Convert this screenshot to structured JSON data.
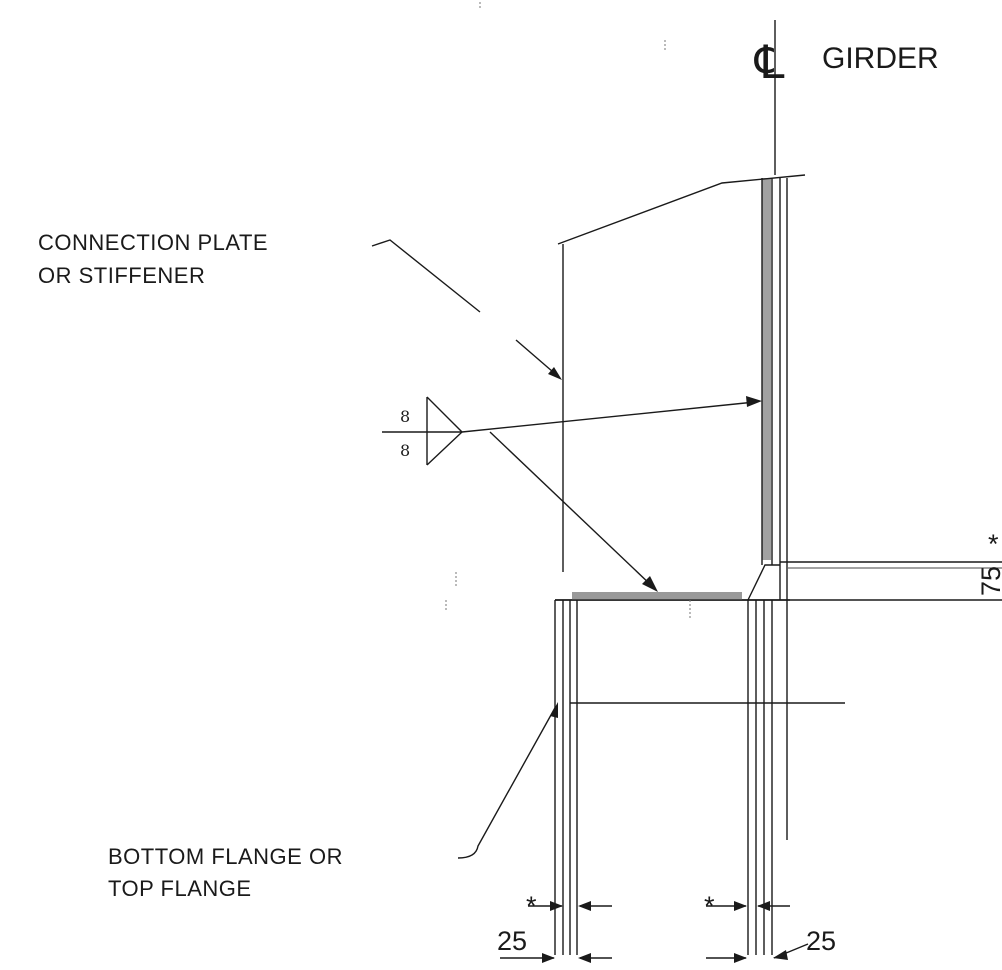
{
  "diagram": {
    "centerline_symbol": "℄",
    "centerline_label": "GIRDER",
    "callout_plate_line1": "CONNECTION PLATE",
    "callout_plate_line2": "OR STIFFENER",
    "callout_flange_line1": "BOTTOM FLANGE OR",
    "callout_flange_line2": "TOP FLANGE",
    "weld_size_top": "8",
    "weld_size_bottom": "8",
    "dim_left": "25",
    "dim_right": "25",
    "dim_vertical": "75",
    "asterisk_left": "*",
    "asterisk_right": "*",
    "asterisk_top": "*"
  }
}
